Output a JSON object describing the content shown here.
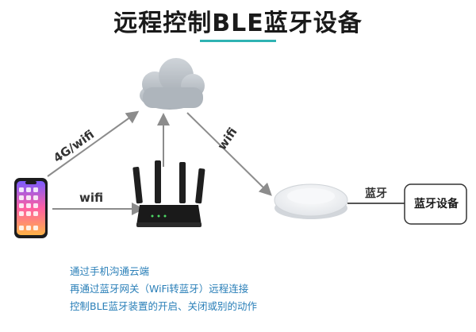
{
  "title": "远程控制BLE蓝牙设备",
  "labels": {
    "link_4g_wifi": "4G/wifi",
    "link_wifi_phone_router": "wifi",
    "link_wifi_cloud_gateway": "wifi",
    "link_bluetooth": "蓝牙",
    "device_box": "蓝牙设备"
  },
  "notes": [
    "通过手机沟通云端",
    "再通过蓝牙网关（WiFi转蓝牙）远程连接",
    "控制BLE蓝牙装置的开启、关闭或别的动作"
  ],
  "colors": {
    "title_underline": "#2fb3b3",
    "notes_text": "#2a7fb8",
    "arrow": "#8c8c8c"
  }
}
